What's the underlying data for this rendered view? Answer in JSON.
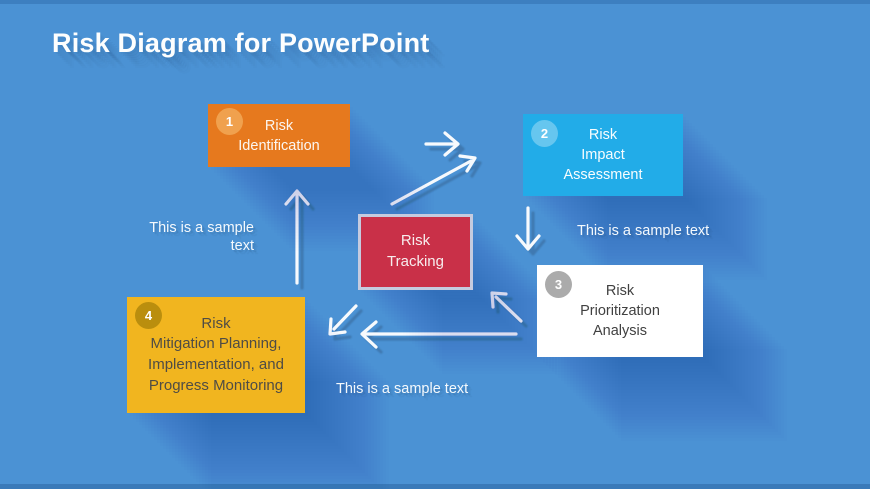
{
  "page": {
    "title": "Risk Diagram for PowerPoint"
  },
  "colors": {
    "background": "#4B92D4",
    "edge_stripe": "#3B7CBB",
    "arrow": "#F7FAFD",
    "node_identification": "#E6791E",
    "node_impact": "#22ACE8",
    "node_tracking": "#C93048",
    "node_tracking_border": "#C5CBDF",
    "node_prioritization": "#FFFFFF",
    "node_mitigation": "#F1B51F"
  },
  "diagram": {
    "nodes": [
      {
        "id": "risk-identification",
        "number": "1",
        "label": "Risk\nIdentification"
      },
      {
        "id": "risk-impact-assessment",
        "number": "2",
        "label": "Risk\nImpact\nAssessment"
      },
      {
        "id": "risk-tracking",
        "label": "Risk\nTracking"
      },
      {
        "id": "risk-prioritization-analysis",
        "number": "3",
        "label": "Risk\nPrioritization\nAnalysis"
      },
      {
        "id": "risk-mitigation",
        "number": "4",
        "label": "Risk\nMitigation Planning,\nImplementation, and\nProgress Monitoring"
      }
    ],
    "annotations": {
      "left": "This is a sample\ntext",
      "right": "This is a sample text",
      "bottom": "This is a sample text"
    }
  }
}
